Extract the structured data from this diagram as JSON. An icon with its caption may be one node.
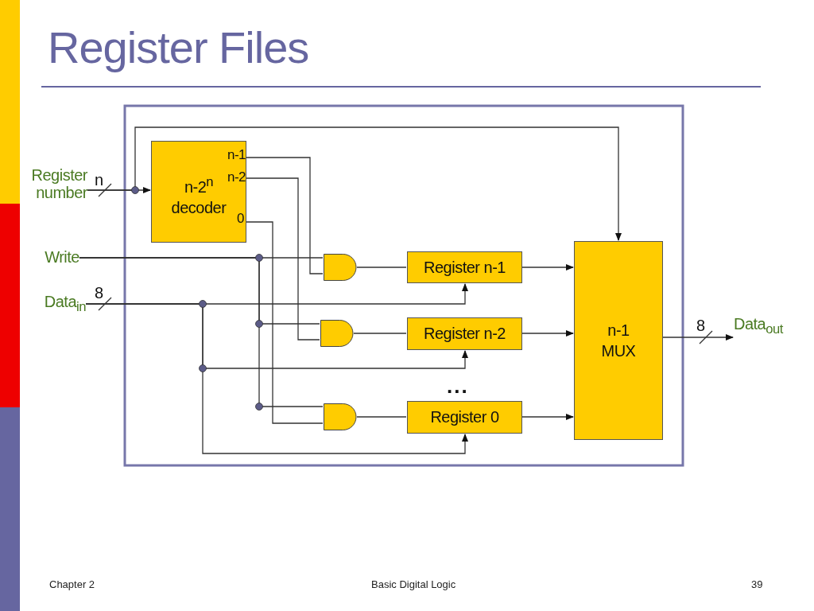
{
  "diagram": {
    "title": "Register Files",
    "nodes": [
      {
        "text": [
          "Register number"
        ]
      },
      {
        "text": [
          "Write"
        ]
      },
      {
        "text": [
          "Data$_{in}$"
        ]
      },
      {
        "text": [
          "n-2$^{n}$ decoder",
          "n-1",
          "n-2",
          "0"
        ]
      },
      {
        "text": [],
        "shape": "gate"
      },
      {
        "text": [],
        "shape": "gate"
      },
      {
        "text": [],
        "shape": "gate"
      },
      {
        "text": [
          "Register n-1"
        ]
      },
      {
        "text": [
          "Register n-2"
        ]
      },
      {
        "text": [
          "Register 0"
        ]
      },
      {
        "text": [
          "n-1 MUX"
        ]
      },
      {
        "text": [
          "Data$_{out}$"
        ]
      }
    ],
    "edges": [
      {
        "from": 0,
        "to": 3,
        "arrow": "to",
        "label": "n"
      },
      {
        "from": 0,
        "to": 10,
        "arrow": "to"
      },
      {
        "from": 3,
        "to": 4,
        "arrow": "none"
      },
      {
        "from": 3,
        "to": 5,
        "arrow": "none"
      },
      {
        "from": 3,
        "to": 6,
        "arrow": "none"
      },
      {
        "from": 1,
        "to": 4,
        "arrow": "none"
      },
      {
        "from": 1,
        "to": 5,
        "arrow": "none"
      },
      {
        "from": 1,
        "to": 6,
        "arrow": "none"
      },
      {
        "from": 2,
        "to": 7,
        "arrow": "to",
        "label": "8"
      },
      {
        "from": 2,
        "to": 8,
        "arrow": "to"
      },
      {
        "from": 2,
        "to": 9,
        "arrow": "to"
      },
      {
        "from": 4,
        "to": 7,
        "arrow": "none"
      },
      {
        "from": 5,
        "to": 8,
        "arrow": "none"
      },
      {
        "from": 6,
        "to": 9,
        "arrow": "none"
      },
      {
        "from": 7,
        "to": 10,
        "arrow": "to"
      },
      {
        "from": 8,
        "to": 10,
        "arrow": "to"
      },
      {
        "from": 9,
        "to": 10,
        "arrow": "to"
      },
      {
        "from": 10,
        "to": 11,
        "arrow": "to",
        "label": "8"
      }
    ],
    "labels": [
      "...",
      "Chapter 2",
      "Basic Digital Logic",
      "39"
    ]
  }
}
